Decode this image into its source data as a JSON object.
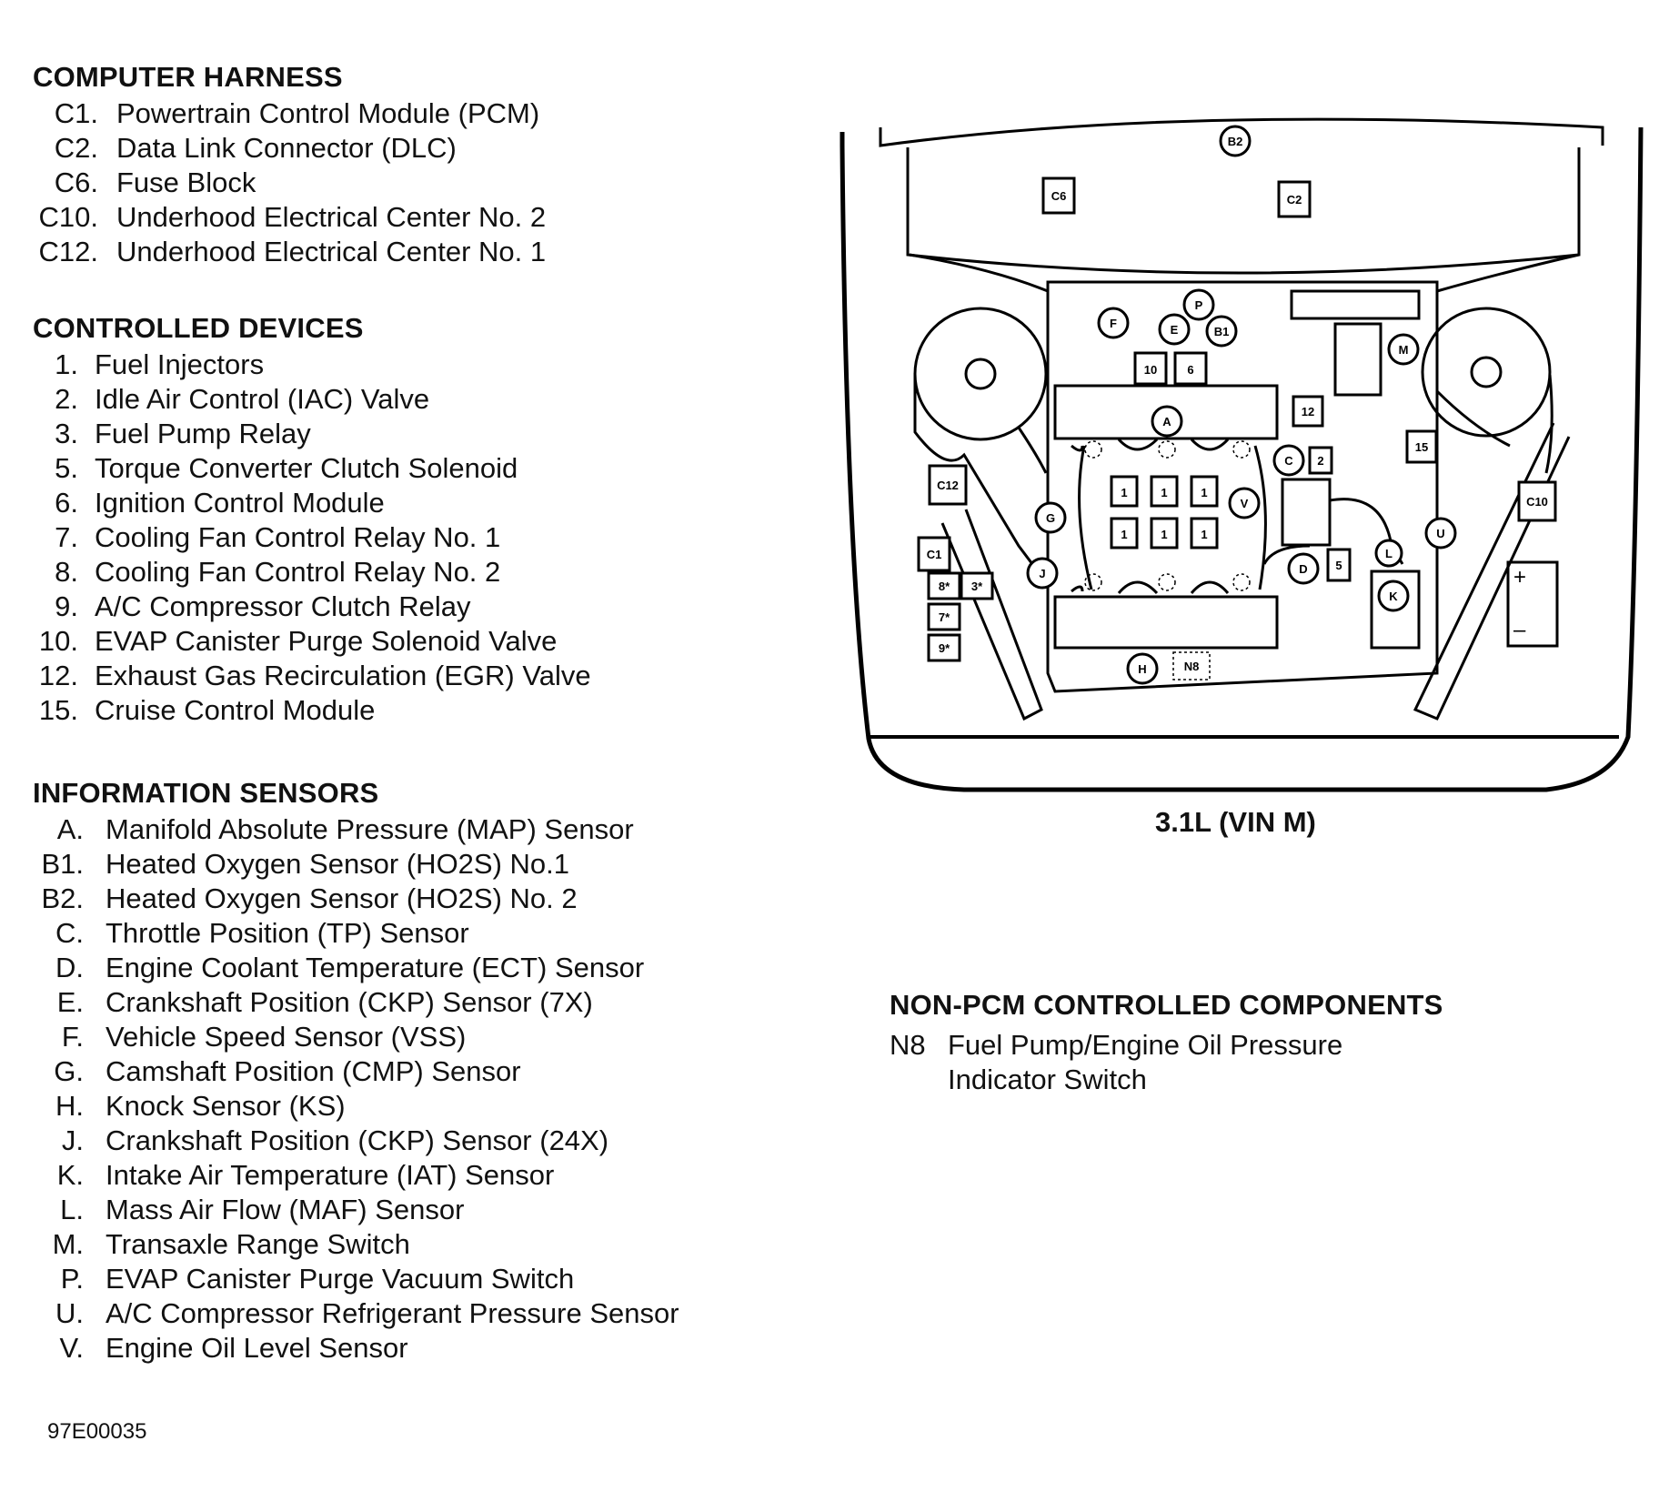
{
  "computer_harness": {
    "title": "COMPUTER HARNESS",
    "items": [
      {
        "code": "C1.",
        "label": "Powertrain Control Module (PCM)"
      },
      {
        "code": "C2.",
        "label": "Data Link Connector (DLC)"
      },
      {
        "code": "C6.",
        "label": "Fuse Block"
      },
      {
        "code": "C10.",
        "label": "Underhood Electrical Center No. 2"
      },
      {
        "code": "C12.",
        "label": "Underhood Electrical Center No. 1"
      }
    ]
  },
  "controlled_devices": {
    "title": "CONTROLLED DEVICES",
    "items": [
      {
        "code": "1.",
        "label": "Fuel Injectors"
      },
      {
        "code": "2.",
        "label": "Idle Air Control (IAC) Valve"
      },
      {
        "code": "3.",
        "label": "Fuel Pump Relay"
      },
      {
        "code": "5.",
        "label": "Torque Converter Clutch Solenoid"
      },
      {
        "code": "6.",
        "label": "Ignition Control Module"
      },
      {
        "code": "7.",
        "label": "Cooling Fan Control Relay No. 1"
      },
      {
        "code": "8.",
        "label": "Cooling Fan Control Relay No. 2"
      },
      {
        "code": "9.",
        "label": "A/C Compressor Clutch Relay"
      },
      {
        "code": "10.",
        "label": "EVAP Canister Purge Solenoid Valve"
      },
      {
        "code": "12.",
        "label": "Exhaust Gas Recirculation (EGR) Valve"
      },
      {
        "code": "15.",
        "label": "Cruise Control Module"
      }
    ]
  },
  "information_sensors": {
    "title": "INFORMATION SENSORS",
    "items": [
      {
        "code": "A.",
        "label": "Manifold Absolute Pressure (MAP) Sensor"
      },
      {
        "code": "B1.",
        "label": "Heated Oxygen Sensor (HO2S) No.1"
      },
      {
        "code": "B2.",
        "label": "Heated Oxygen Sensor (HO2S) No. 2"
      },
      {
        "code": "C.",
        "label": "Throttle Position (TP) Sensor"
      },
      {
        "code": "D.",
        "label": "Engine Coolant Temperature (ECT) Sensor"
      },
      {
        "code": "E.",
        "label": "Crankshaft Position (CKP) Sensor (7X)"
      },
      {
        "code": "F.",
        "label": "Vehicle Speed Sensor (VSS)"
      },
      {
        "code": "G.",
        "label": "Camshaft Position (CMP) Sensor"
      },
      {
        "code": "H.",
        "label": "Knock Sensor (KS)"
      },
      {
        "code": "J.",
        "label": "Crankshaft Position (CKP) Sensor (24X)"
      },
      {
        "code": "K.",
        "label": "Intake Air Temperature (IAT) Sensor"
      },
      {
        "code": "L.",
        "label": "Mass Air Flow (MAF) Sensor"
      },
      {
        "code": "M.",
        "label": "Transaxle Range Switch"
      },
      {
        "code": "P.",
        "label": "EVAP Canister Purge Vacuum Switch"
      },
      {
        "code": "U.",
        "label": "A/C Compressor Refrigerant Pressure Sensor"
      },
      {
        "code": "V.",
        "label": "Engine Oil Level Sensor"
      }
    ]
  },
  "non_pcm": {
    "title": "NON-PCM CONTROLLED COMPONENTS",
    "items": [
      {
        "code": "N8",
        "label": "Fuel Pump/Engine Oil Pressure",
        "continuation": "Indicator Switch"
      }
    ]
  },
  "diagram": {
    "caption": "3.1L (VIN M)",
    "connectors": {
      "c6": "C6",
      "c2": "C2",
      "c12": "C12",
      "c1": "C1",
      "c10": "C10",
      "n8": "N8",
      "d10": "10",
      "d6": "6",
      "d12": "12",
      "d15": "15",
      "d2": "2",
      "d5": "5",
      "d8": "8*",
      "d3": "3*",
      "d7": "7*",
      "d9": "9*",
      "inj": "1"
    },
    "sensors": {
      "b2": "B2",
      "p": "P",
      "f": "F",
      "e": "E",
      "b1": "B1",
      "m": "M",
      "a": "A",
      "c": "C",
      "v": "V",
      "g": "G",
      "j": "J",
      "d": "D",
      "l": "L",
      "k": "K",
      "u": "U",
      "h": "H"
    },
    "battery": {
      "plus": "+",
      "minus": "–"
    }
  },
  "figure_number": "97E00035"
}
